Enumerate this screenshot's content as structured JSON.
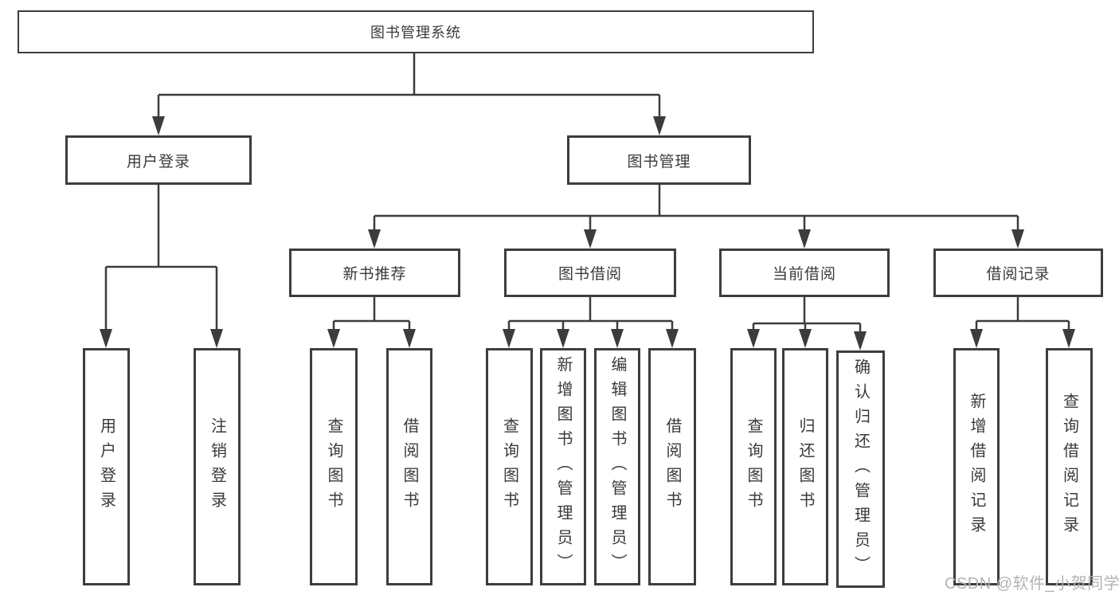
{
  "tree": {
    "root": {
      "label": "图书管理系统"
    },
    "level2": [
      {
        "id": "user-login",
        "label": "用户登录"
      },
      {
        "id": "book-management",
        "label": "图书管理"
      }
    ],
    "level3": [
      {
        "id": "new-book-recommend",
        "label": "新书推荐",
        "parent": "图书管理"
      },
      {
        "id": "book-borrowing",
        "label": "图书借阅",
        "parent": "图书管理"
      },
      {
        "id": "current-borrowing",
        "label": "当前借阅",
        "parent": "图书管理"
      },
      {
        "id": "borrowing-records",
        "label": "借阅记录",
        "parent": "图书管理"
      }
    ],
    "leaves": [
      {
        "id": "leaf-user-login",
        "label": "用户登录",
        "parent": "用户登录"
      },
      {
        "id": "leaf-logout",
        "label": "注销登录",
        "parent": "用户登录"
      },
      {
        "id": "leaf-query-books-1",
        "label": "查询图书",
        "parent": "新书推荐"
      },
      {
        "id": "leaf-borrow-books-1",
        "label": "借阅图书",
        "parent": "新书推荐"
      },
      {
        "id": "leaf-query-books-2",
        "label": "查询图书",
        "parent": "图书借阅"
      },
      {
        "id": "leaf-add-books-admin",
        "label": "新增图书（管理员）",
        "parent": "图书借阅"
      },
      {
        "id": "leaf-edit-books-admin",
        "label": "编辑图书（管理员）",
        "parent": "图书借阅"
      },
      {
        "id": "leaf-borrow-books-2",
        "label": "借阅图书",
        "parent": "图书借阅"
      },
      {
        "id": "leaf-query-books-3",
        "label": "查询图书",
        "parent": "当前借阅"
      },
      {
        "id": "leaf-return-books",
        "label": "归还图书",
        "parent": "当前借阅"
      },
      {
        "id": "leaf-confirm-return-admin",
        "label": "确认归还（管理员）",
        "parent": "当前借阅"
      },
      {
        "id": "leaf-add-borrow-record",
        "label": "新增借阅记录",
        "parent": "借阅记录"
      },
      {
        "id": "leaf-query-borrow-record",
        "label": "查询借阅记录",
        "parent": "借阅记录"
      }
    ]
  },
  "watermark": "CSDN @软件_小贺同学",
  "colors": {
    "line": "#3c3c3c",
    "box_border": "#3d3d3d",
    "text": "#3a3a3a",
    "watermark": "#b3b3b3",
    "background": "#ffffff"
  }
}
